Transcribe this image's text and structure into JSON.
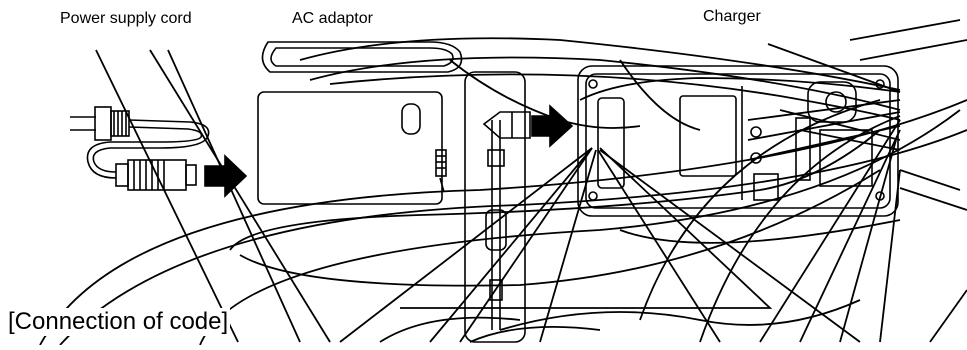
{
  "labels": {
    "power_supply_cord": "Power supply cord",
    "ac_adaptor": "AC adaptor",
    "charger": "Charger"
  },
  "caption": "[Connection of code]",
  "colors": {
    "line": "#000000",
    "background": "#ffffff"
  },
  "icons": {
    "plug": "power-plug-icon",
    "arrow": "right-arrow-icon",
    "fuse": "fuse-icon"
  }
}
